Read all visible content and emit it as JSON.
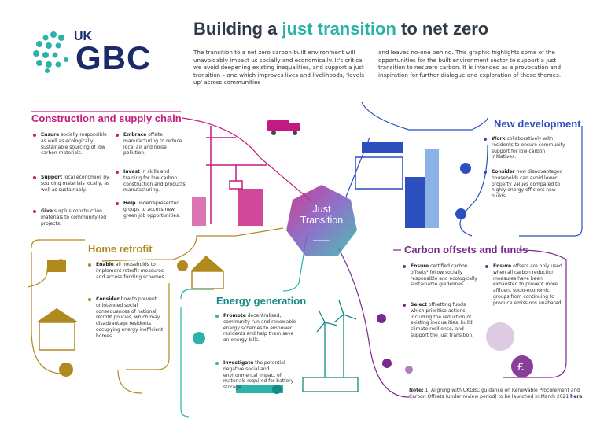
{
  "logo": {
    "line1": "UK",
    "line2": "GBC"
  },
  "title": {
    "part1": "Building a ",
    "highlight": "just transition",
    "part2": " to net zero"
  },
  "intro": {
    "col1": "The transition to a net zero carbon built environment will unavoidably impact us socially and economically. It's critical we avoid deepening existing inequalities, and support a just transition – one which improves lives and livelihoods, 'levels up' across communities",
    "col2": "and leaves no-one behind. This graphic highlights some of the opportunities for the built environment sector to support a just transition to net zero carbon. It is intended as a provocation and inspiration for further dialogue and exploration of these themes."
  },
  "centre": {
    "line1": "Just",
    "line2": "Transition"
  },
  "construction": {
    "heading": "Construction and supply chain",
    "items": [
      {
        "bold": "Ensure",
        "text": " socially responsible as well as ecologically sustainable sourcing of low carbon materials."
      },
      {
        "bold": "Support",
        "text": " local economies by sourcing materials locally, as well as sustainably."
      },
      {
        "bold": "Give",
        "text": " surplus construction materials to community-led projects."
      },
      {
        "bold": "Embrace",
        "text": " offsite manufacturing to reduce local air and noise pollution."
      },
      {
        "bold": "Invest",
        "text": " in skills and training for low carbon construction and products manufacturing."
      },
      {
        "bold": "Help",
        "text": " underrepresented groups to access new green job opportunities."
      }
    ]
  },
  "newdev": {
    "heading": "New development",
    "items": [
      {
        "bold": "Work",
        "text": " collaboratively with residents to ensure community support for low-carbon initiatives."
      },
      {
        "bold": "Consider",
        "text": " how disadvantaged households can avoid lower property values compared to highly energy efficient new builds."
      }
    ]
  },
  "retrofit": {
    "heading": "Home retrofit",
    "items": [
      {
        "bold": "Enable",
        "text": " all households to implement retrofit measures and access funding schemes."
      },
      {
        "bold": "Consider",
        "text": " how to prevent unintended social consequences of national retrofit policies, which may disadvantage residents occupying energy inefficient homes."
      }
    ]
  },
  "energy": {
    "heading": "Energy generation",
    "items": [
      {
        "bold": "Promote",
        "text": " decentralised, community-run and renewable energy schemes to empower residents and help them save on energy bills."
      },
      {
        "bold": "Investigate",
        "text": " the potential negative social and environmental impact of materials required for battery storage."
      }
    ]
  },
  "offsets": {
    "heading": "Carbon offsets and funds",
    "items": [
      {
        "bold": "Ensure",
        "text": " certified carbon offsets¹ follow socially responsible and ecologically sustainable guidelines."
      },
      {
        "bold": "Select",
        "text": " offsetting funds which prioritise actions including the reduction of existing inequalities, build climate resilience, and support the just transition."
      },
      {
        "bold": "Ensure",
        "text": " offsets are only used when all carbon reduction measures have been exhausted to prevent more affluent socio-economic groups from continuing to produce emissions unabated."
      }
    ]
  },
  "note": {
    "label": "Note:",
    "text": " 1. Aligning with UKGBC guidance on Renewable Procurement and Carbon Offsets (under review period) to be launched in March 2021 ",
    "link": "here"
  },
  "colors": {
    "navy": "#1b2a6b",
    "teal": "#2bb3a8",
    "magenta": "#c41a7f",
    "blue": "#2c4fbf",
    "gold": "#b08a1e",
    "tealDark": "#138a86",
    "purple": "#7a2a8e"
  },
  "icons": [
    "crane-icon",
    "truck-icon",
    "solar-panel-icon",
    "skyscraper-icon",
    "house-icon",
    "wind-turbine-icon",
    "tree-icon",
    "hands-plant-icon",
    "pound-coin-icon",
    "worker-icon"
  ]
}
